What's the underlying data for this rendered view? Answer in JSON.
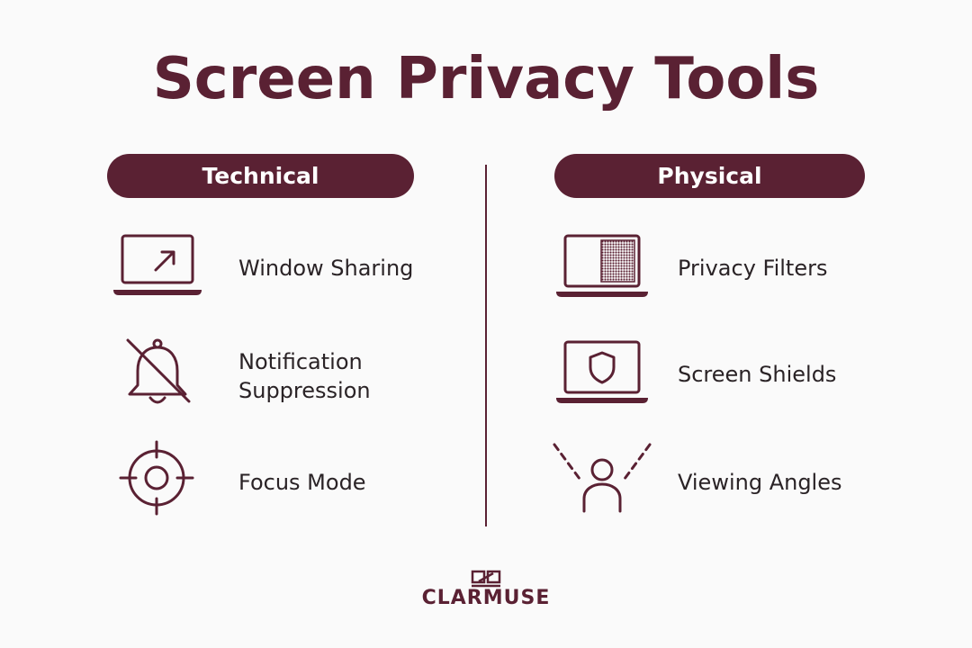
{
  "title": "Screen Privacy Tools",
  "colors": {
    "accent": "#5a2133",
    "text": "#2a2326",
    "background": "#fafafa"
  },
  "columns": {
    "technical": {
      "heading": "Technical",
      "items": [
        {
          "icon": "laptop-share-icon",
          "label": "Window Sharing"
        },
        {
          "icon": "bell-off-icon",
          "label_line1": "Notification",
          "label_line2": "Suppression"
        },
        {
          "icon": "target-icon",
          "label": "Focus Mode"
        }
      ]
    },
    "physical": {
      "heading": "Physical",
      "items": [
        {
          "icon": "laptop-filter-icon",
          "label": "Privacy Filters"
        },
        {
          "icon": "laptop-shield-icon",
          "label": "Screen Shields"
        },
        {
          "icon": "person-angles-icon",
          "label": "Viewing Angles"
        }
      ]
    }
  },
  "brand": {
    "name": "CLARMUSE",
    "icon": "clarmuse-logo-icon"
  }
}
